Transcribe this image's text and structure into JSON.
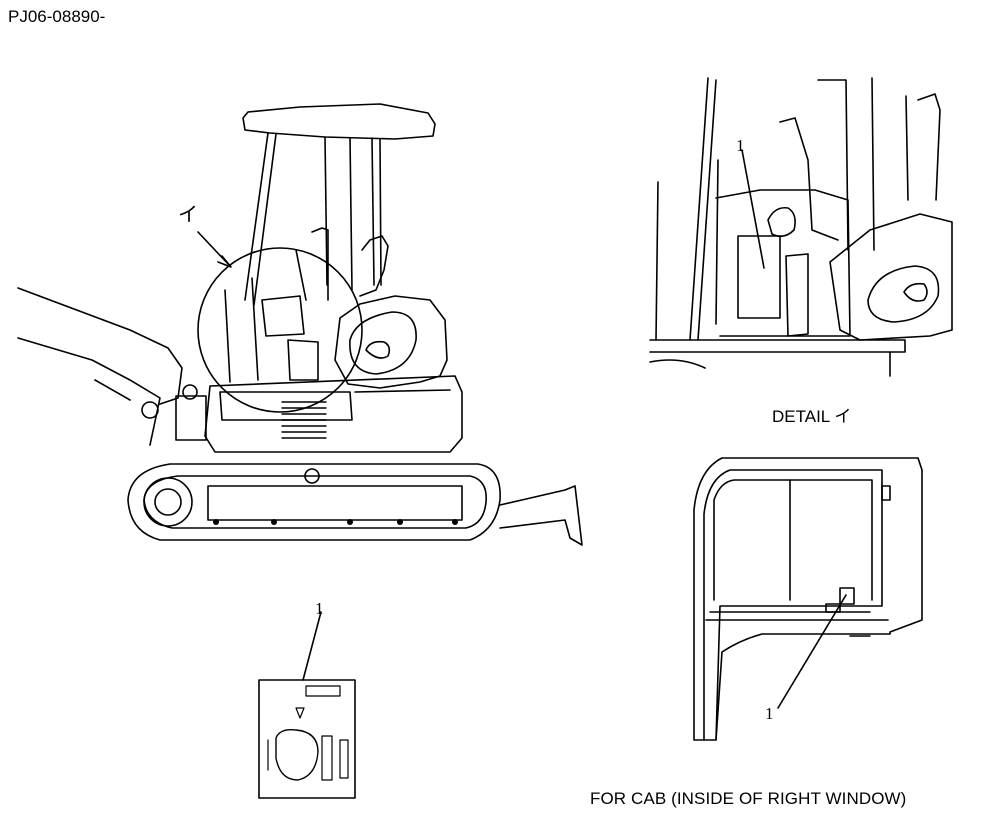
{
  "header": {
    "reference_code": "PJ06-08890-"
  },
  "views": {
    "main": {
      "view_marker": "イ"
    },
    "detail": {
      "title": "DETAIL イ",
      "part_callout": "1"
    },
    "decal": {
      "part_callout": "1"
    },
    "cab": {
      "title": "FOR CAB (INSIDE OF RIGHT WINDOW)",
      "part_callout": "1"
    }
  }
}
